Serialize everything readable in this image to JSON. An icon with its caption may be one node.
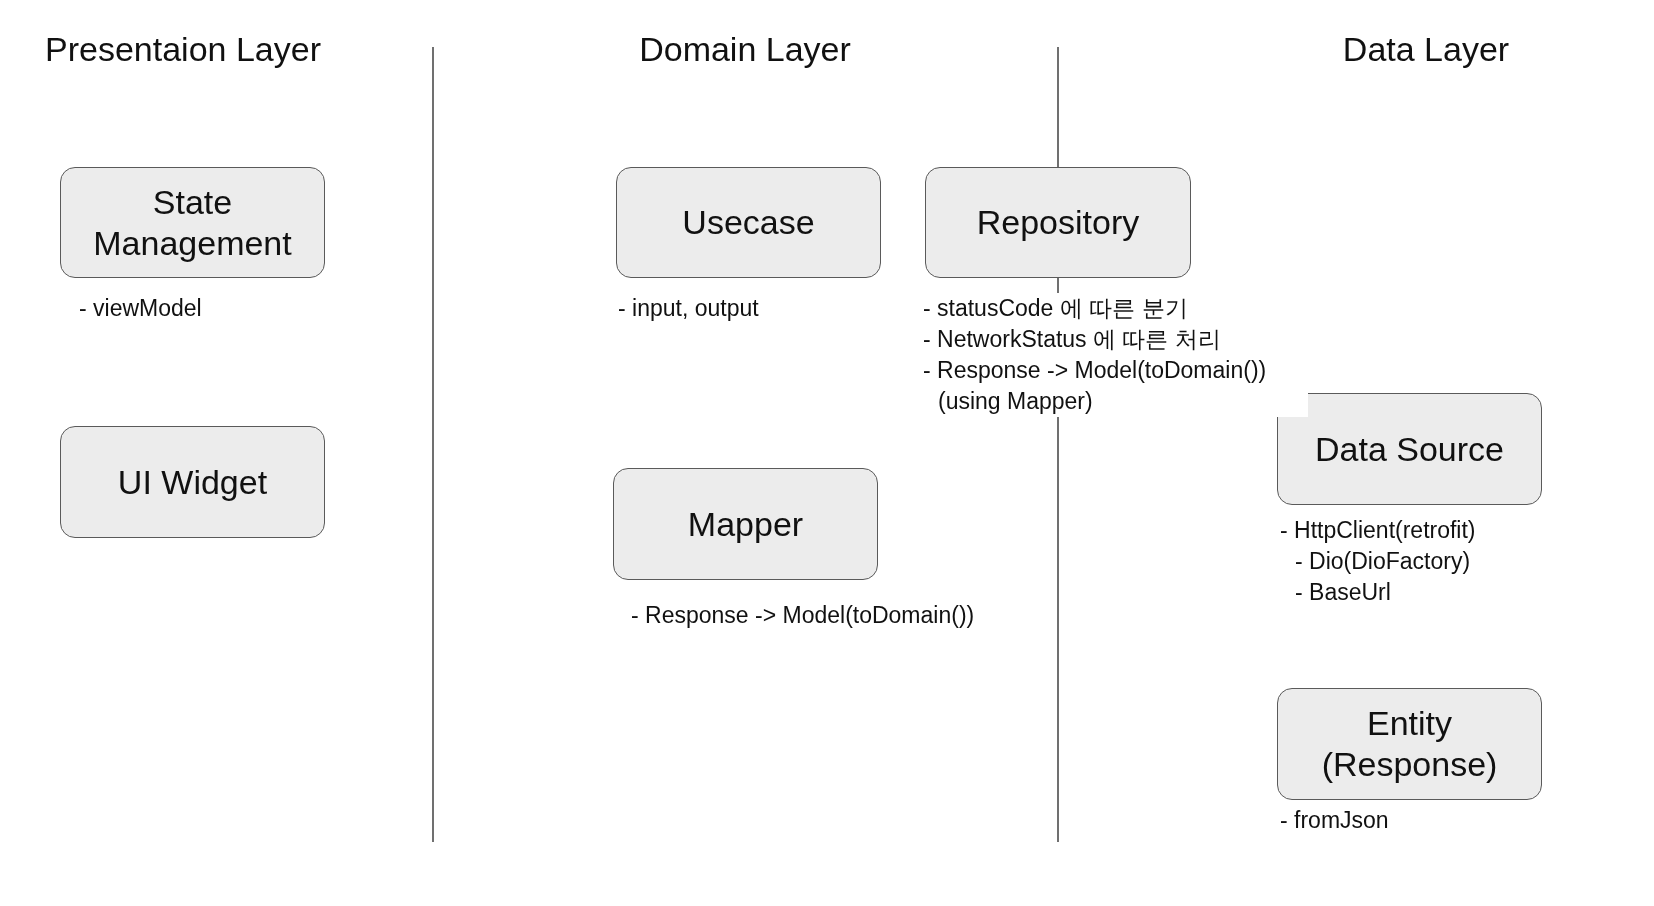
{
  "diagram": {
    "nodes": [
      {
        "text": [
          "State Management"
        ],
        "beside": [
          "- viewModel"
        ]
      },
      {
        "text": [
          "UI Widget"
        ]
      },
      {
        "text": [
          "Usecase"
        ],
        "beside": [
          "- input, output"
        ]
      },
      {
        "text": [
          "Repository"
        ],
        "beside": [
          "- statusCode 에 따른 분기",
          "- NetworkStatus 에 따른 처리",
          "- Response -> Model(toDomain()) (using Mapper)"
        ]
      },
      {
        "text": [
          "Mapper"
        ],
        "beside": [
          "- Response -> Model(toDomain())"
        ]
      },
      {
        "text": [
          "Data Source"
        ],
        "beside": [
          "- HttpClient(retrofit)",
          "- Dio(DioFactory)",
          "- BaseUrl"
        ]
      },
      {
        "text": [
          "Entity (Response)"
        ],
        "beside": [
          "- fromJson"
        ]
      }
    ],
    "labels": [
      "Presentaion Layer",
      "Domain Layer",
      "Data Layer"
    ]
  }
}
